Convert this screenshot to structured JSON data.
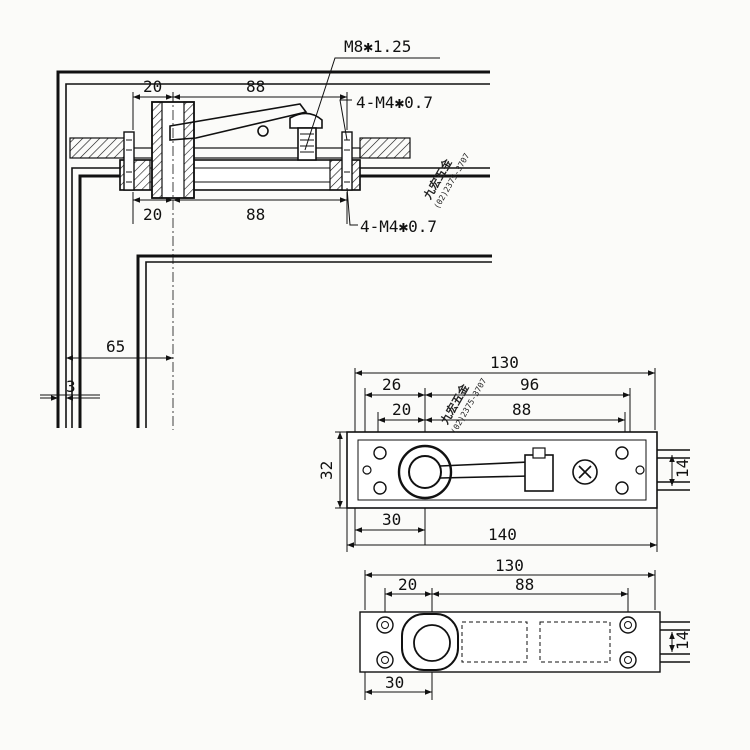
{
  "section_view": {
    "thread_main": "M8✱1.25",
    "thread_top": "4-M4✱0.7",
    "thread_bottom": "4-M4✱0.7",
    "top_dim_left": "20",
    "top_dim_right": "88",
    "bottom_dim_left": "20",
    "bottom_dim_right": "88",
    "offset_dim": "65",
    "edge_dim": "3"
  },
  "plan_view": {
    "overall_top": "130",
    "dim_26": "26",
    "dim_96": "96",
    "dim_20": "20",
    "dim_88": "88",
    "height_32": "32",
    "right_14": "14",
    "dim_30": "30",
    "overall_bottom": "140"
  },
  "bottom_view": {
    "overall_top": "130",
    "dim_20": "20",
    "dim_88": "88",
    "right_14": "14",
    "dim_30": "30"
  },
  "watermark": {
    "name": "九宏五金",
    "phone": "(02)2375-3707"
  }
}
